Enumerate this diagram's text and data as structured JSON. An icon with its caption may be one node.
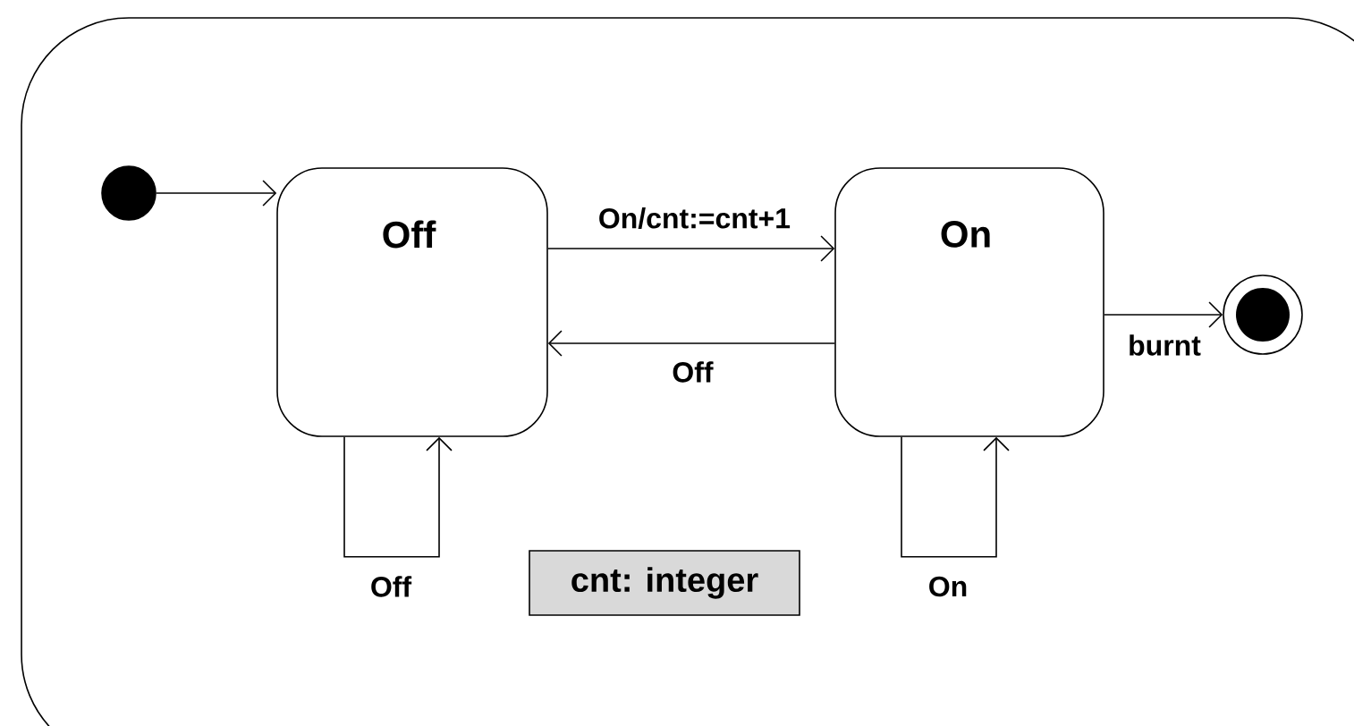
{
  "diagram": {
    "nodes": [
      {
        "text": [],
        "shape": "box"
      },
      {
        "text": [],
        "shape": "circle",
        "in": 0
      },
      {
        "text": [
          "Off"
        ],
        "in": 0
      },
      {
        "text": [
          "On"
        ],
        "in": 0
      },
      {
        "text": [],
        "shape": "circle",
        "in": 0
      },
      {
        "text": [
          "cnt: integer"
        ],
        "in": 0
      }
    ],
    "edges": [
      {
        "from": 1,
        "to": 2,
        "arrow": "to"
      },
      {
        "from": 2,
        "to": 3,
        "arrow": "to",
        "label": "On/cnt:=cnt+1"
      },
      {
        "from": 3,
        "to": 2,
        "arrow": "to",
        "label": "Off"
      },
      {
        "from": 3,
        "to": 4,
        "arrow": "to",
        "label": "burnt"
      },
      {
        "from": 2,
        "to": 2,
        "arrow": "to",
        "label": "Off"
      },
      {
        "from": 3,
        "to": 3,
        "arrow": "to",
        "label": "On"
      }
    ]
  }
}
